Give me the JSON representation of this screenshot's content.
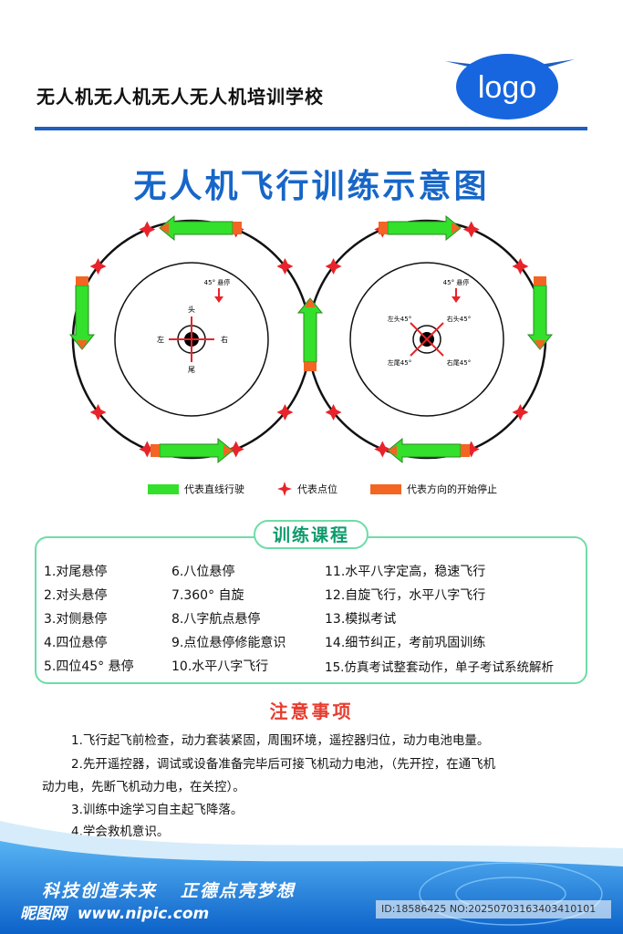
{
  "header": {
    "school_name": "无人机无人机无人无人机培训学校",
    "logo_text": "logo"
  },
  "title": "无人机飞行训练示意图",
  "diagram": {
    "left": {
      "hover_label": "45° 悬停",
      "head": "头",
      "tail": "尾",
      "left": "左",
      "right": "右"
    },
    "right": {
      "hover_label": "45° 悬停",
      "left_head": "左头45°",
      "right_head": "右头45°",
      "left_tail": "左尾45°",
      "right_tail": "右尾45°"
    },
    "colors": {
      "straight": "#33e02b",
      "point": "#e8232a",
      "start_stop": "#f26522"
    }
  },
  "legend": [
    {
      "label": "代表直线行驶",
      "icon": "green-bar"
    },
    {
      "label": "代表点位",
      "icon": "red-star"
    },
    {
      "label": "代表方向的开始停止",
      "icon": "orange-bar"
    }
  ],
  "course": {
    "title": "训练课程",
    "items": [
      "1.对尾悬停",
      "2.对头悬停",
      "3.对侧悬停",
      "4.四位悬停",
      "5.四位45°  悬停",
      "6.八位悬停",
      "7.360°  自旋",
      "8.八字航点悬停",
      "9.点位悬停修能意识",
      "10.水平八字飞行",
      "11.水平八字定高，稳速飞行",
      "12.自旋飞行，水平八字飞行",
      "13.模拟考试",
      "14.细节纠正，考前巩固训练",
      "15.仿真考试整套动作，单子考试系统解析"
    ]
  },
  "notice": {
    "title": "注意事项",
    "lines": [
      "1.飞行起飞前检查，动力套装紧固，周围环境，遥控器归位，动力电池电量。",
      "2.先开遥控器，调试或设备准备完毕后可接飞机动力电池，（先开控，在通飞机",
      "动力电，先断飞机动力电，在关控）。",
      "3.训练中途学习自主起飞降落。",
      "4.学会救机意识。"
    ]
  },
  "footer": {
    "slogan": "科技创造未来   正德点亮梦想",
    "watermark": "昵图网  www.nipic.com",
    "id_text": "ID:18586425 NO:20250703163403410101"
  }
}
